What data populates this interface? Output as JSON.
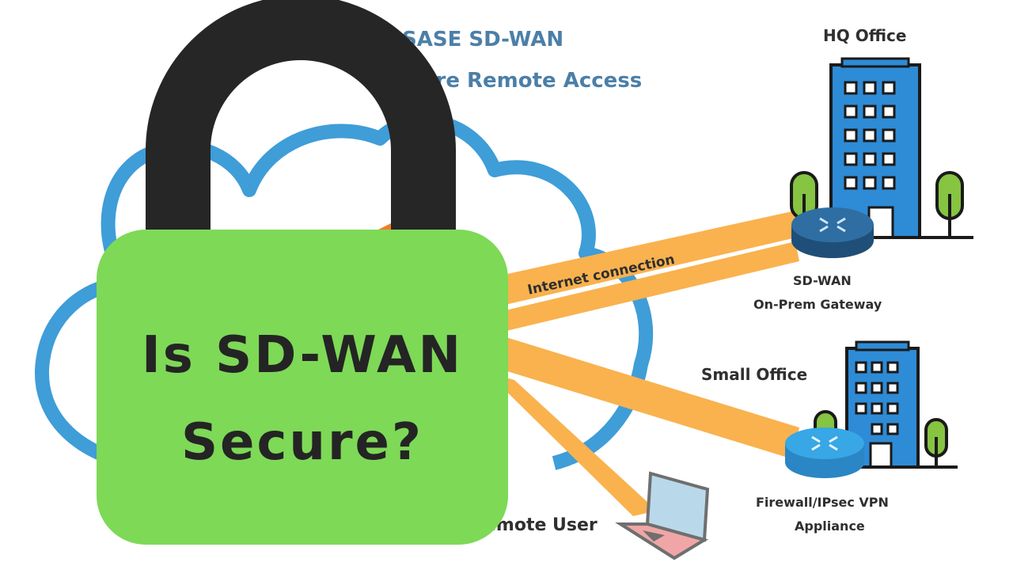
{
  "title": {
    "line1": "SASE SD-WAN",
    "line2": "ure Remote Access"
  },
  "labels": {
    "hq_office": "HQ Office",
    "internet_connection": "Internet connection",
    "gateway_line1": "SD-WAN",
    "gateway_line2": "On-Prem Gateway",
    "small_office": "Small Office",
    "firewall_line1": "Firewall/IPsec VPN",
    "firewall_line2": "Appliance",
    "remote_user": "emote User"
  },
  "lock": {
    "line1": "Is SD-WAN",
    "line2": "Secure?"
  },
  "colors": {
    "cloud_outline": "#3f9dd8",
    "connection": "#f9b24e",
    "lock_body": "#7ed957",
    "lock_shackle": "#262626",
    "building": "#2e8bd6",
    "router_hq": "#2f6ea3",
    "router_small": "#38a7e6",
    "tree": "#86c442"
  },
  "icons": [
    "cloud-icon",
    "padlock-icon",
    "building-icon",
    "router-icon",
    "tree-icon",
    "laptop-icon"
  ]
}
